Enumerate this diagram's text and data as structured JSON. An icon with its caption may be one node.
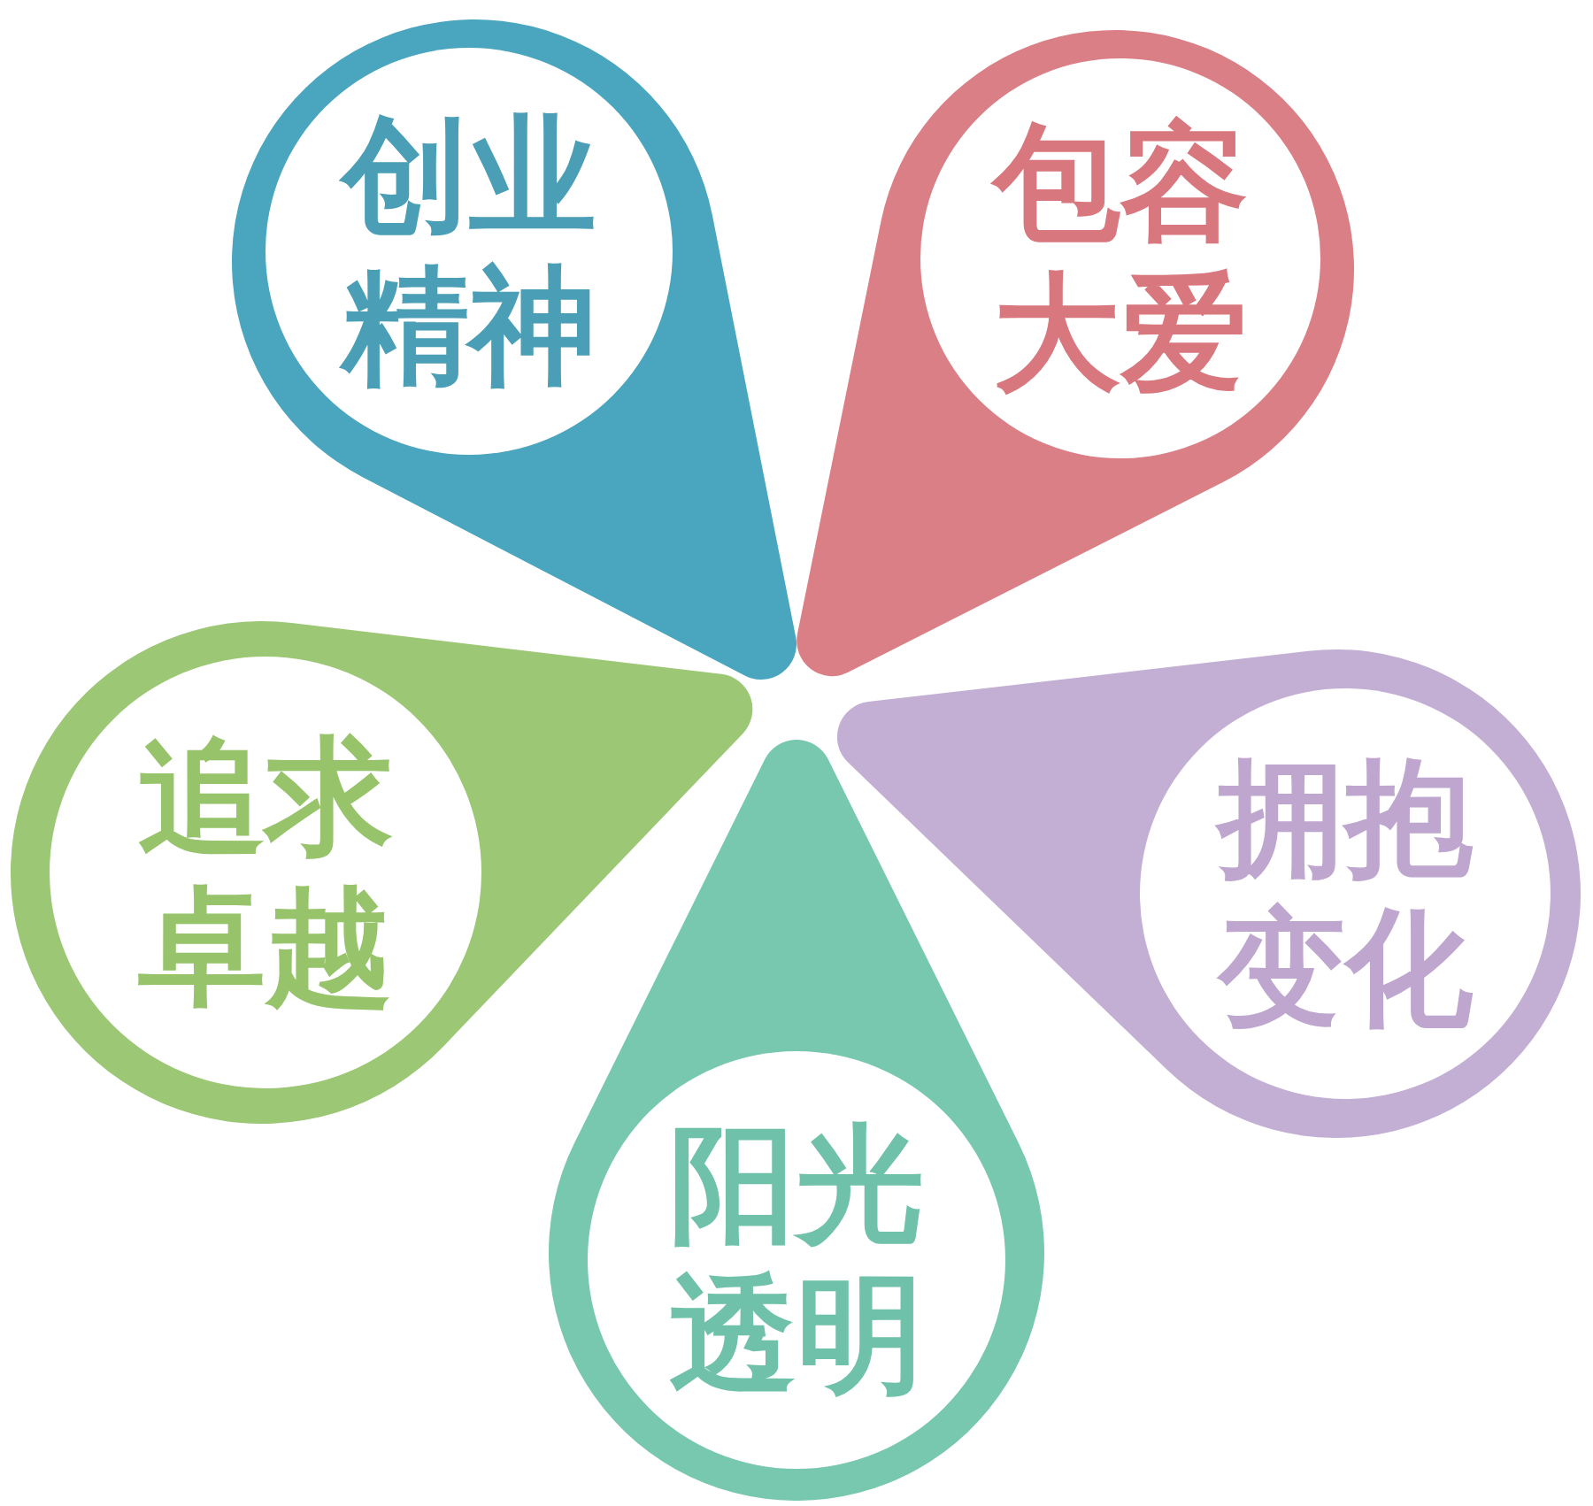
{
  "diagram": {
    "nodes": [
      {
        "text": [
          "创业精神"
        ]
      },
      {
        "text": [
          "包容大爱"
        ]
      },
      {
        "text": [
          "拥抱变化"
        ]
      },
      {
        "text": [
          "阳光透明"
        ]
      },
      {
        "text": [
          "追求卓越"
        ]
      }
    ]
  }
}
